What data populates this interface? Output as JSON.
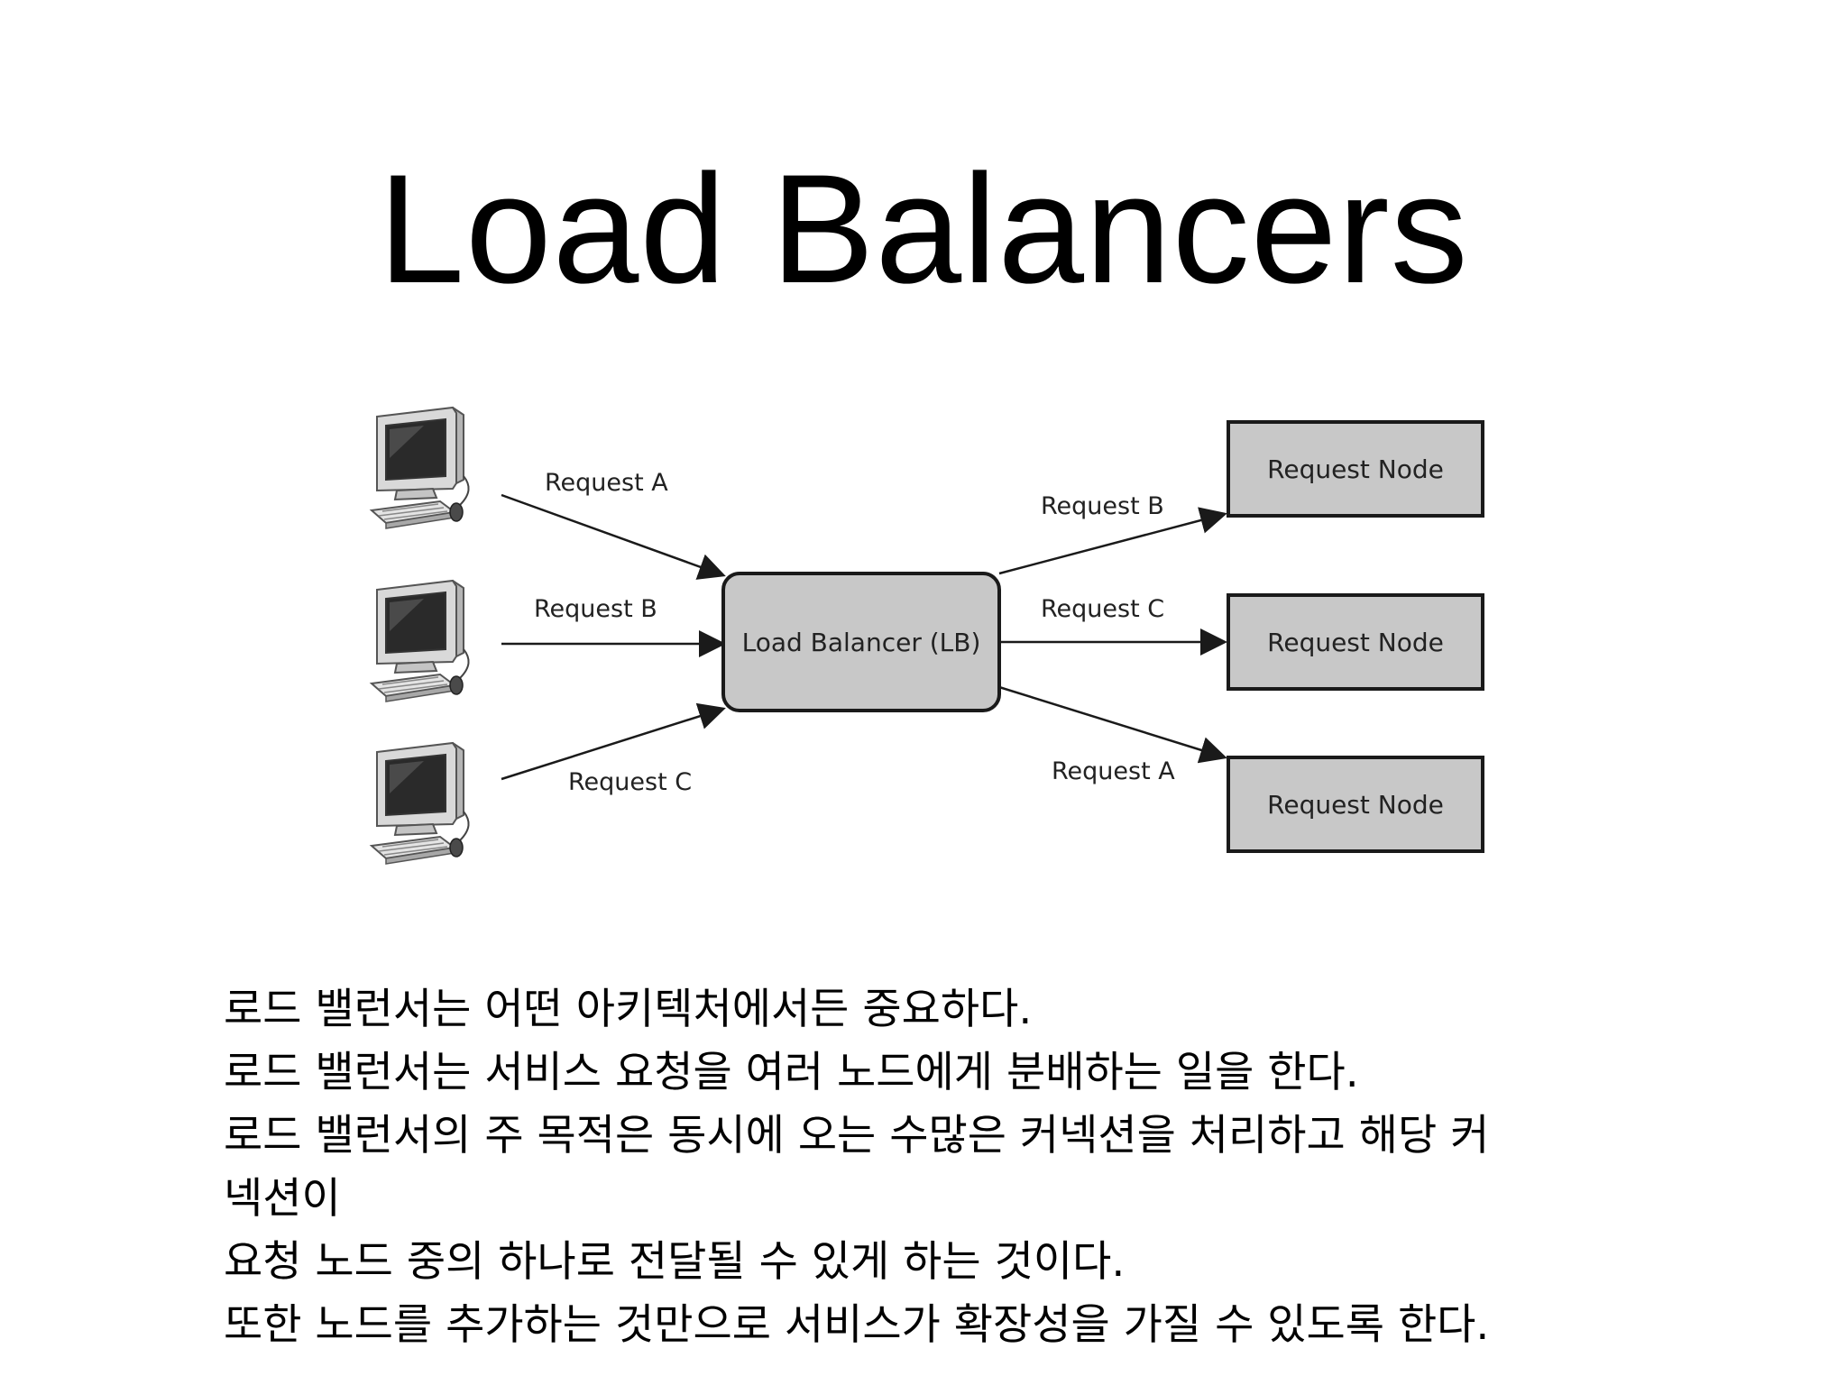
{
  "title": "Load Balancers",
  "diagram": {
    "clients": [
      {
        "id": "client-1"
      },
      {
        "id": "client-2"
      },
      {
        "id": "client-3"
      }
    ],
    "incoming_edges": [
      "Request A",
      "Request B",
      "Request C"
    ],
    "load_balancer": {
      "label": "Load Balancer (LB)"
    },
    "outgoing_edges": [
      "Request B",
      "Request C",
      "Request A"
    ],
    "nodes": [
      {
        "label": "Request Node"
      },
      {
        "label": "Request Node"
      },
      {
        "label": "Request Node"
      }
    ],
    "colors": {
      "box_fill": "#c8c8c8",
      "stroke": "#1a1a1a"
    }
  },
  "body": {
    "lines": [
      "로드 밸런서는 어떤 아키텍처에서든 중요하다.",
      "로드 밸런서는 서비스 요청을 여러 노드에게 분배하는 일을 한다.",
      "로드 밸런서의 주 목적은 동시에 오는 수많은 커넥션을 처리하고 해당 커",
      "넥션이",
      "요청 노드 중의 하나로 전달될 수 있게 하는 것이다.",
      "또한 노드를 추가하는 것만으로 서비스가 확장성을 가질 수 있도록 한다."
    ]
  }
}
